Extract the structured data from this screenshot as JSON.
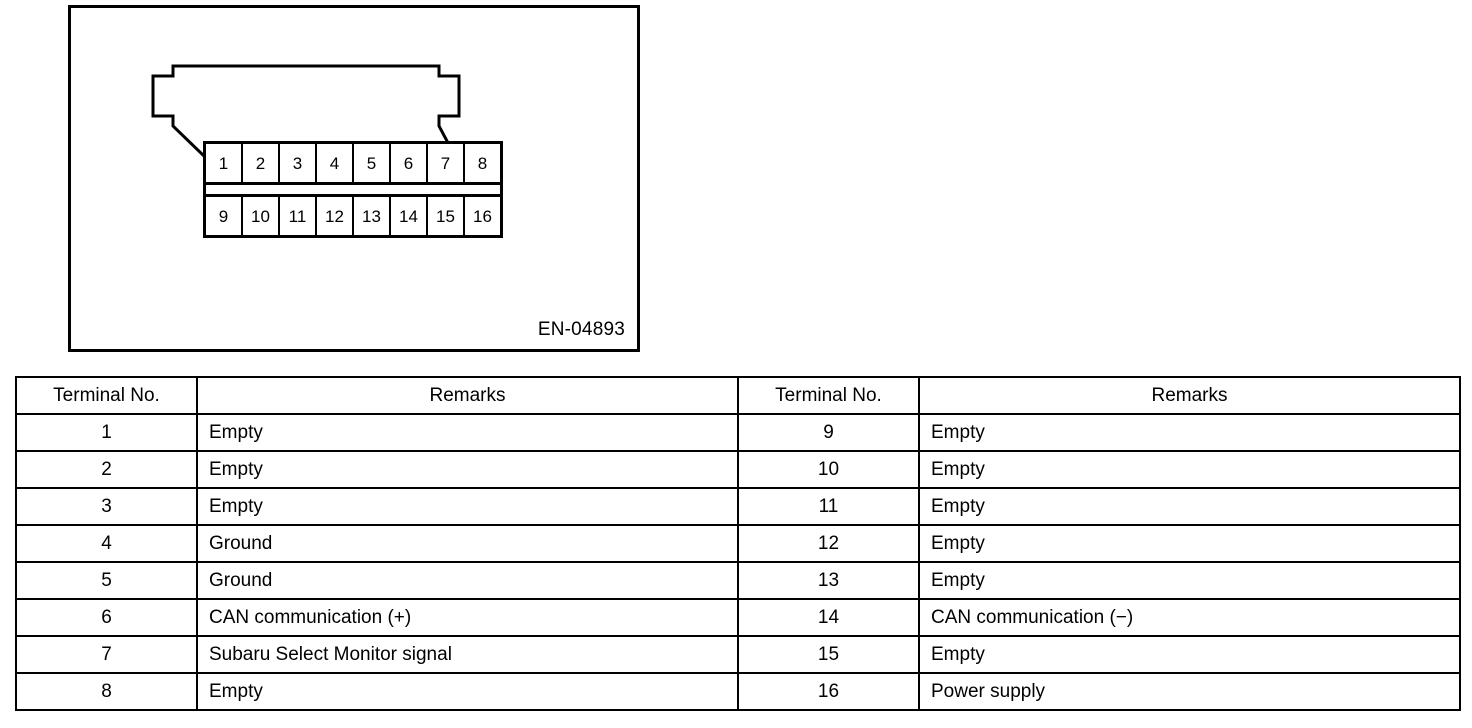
{
  "figure": {
    "code_label": "EN-04893",
    "connector": {
      "name": "data-link-connector",
      "top_row_pins": [
        "1",
        "2",
        "3",
        "4",
        "5",
        "6",
        "7",
        "8"
      ],
      "bottom_row_pins": [
        "9",
        "10",
        "11",
        "12",
        "13",
        "14",
        "15",
        "16"
      ]
    }
  },
  "table": {
    "headers": {
      "terminal_no": "Terminal No.",
      "remarks": "Remarks"
    },
    "left_rows": [
      {
        "terminal": "1",
        "remark": "Empty"
      },
      {
        "terminal": "2",
        "remark": "Empty"
      },
      {
        "terminal": "3",
        "remark": "Empty"
      },
      {
        "terminal": "4",
        "remark": "Ground"
      },
      {
        "terminal": "5",
        "remark": "Ground"
      },
      {
        "terminal": "6",
        "remark": "CAN communication (+)"
      },
      {
        "terminal": "7",
        "remark": "Subaru Select Monitor signal"
      },
      {
        "terminal": "8",
        "remark": "Empty"
      }
    ],
    "right_rows": [
      {
        "terminal": "9",
        "remark": "Empty"
      },
      {
        "terminal": "10",
        "remark": "Empty"
      },
      {
        "terminal": "11",
        "remark": "Empty"
      },
      {
        "terminal": "12",
        "remark": "Empty"
      },
      {
        "terminal": "13",
        "remark": "Empty"
      },
      {
        "terminal": "14",
        "remark": "CAN communication (−)"
      },
      {
        "terminal": "15",
        "remark": "Empty"
      },
      {
        "terminal": "16",
        "remark": "Power supply"
      }
    ]
  },
  "colors": {
    "ink": "#000000",
    "paper": "#ffffff"
  }
}
